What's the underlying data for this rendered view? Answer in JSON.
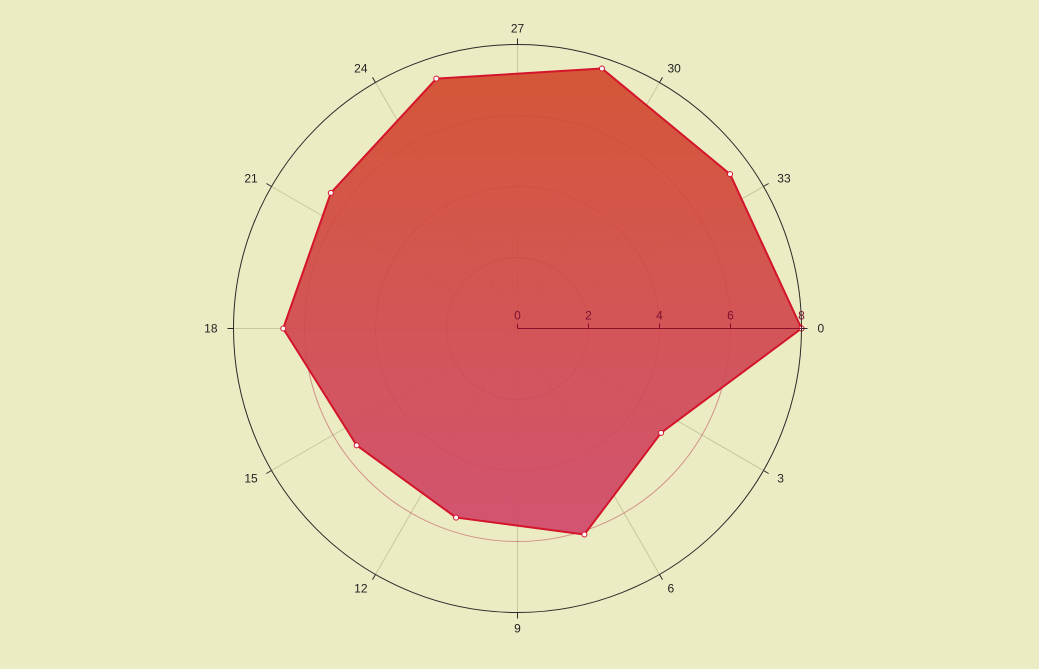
{
  "colors": {
    "background": "#ececc4",
    "fill_top": "#d24a2c",
    "fill_bottom": "#d0476a",
    "line": "#d4142a",
    "angular_grid": "#c8c89a",
    "radial_grid": "#c0485a",
    "outer_ring": "#2a2a2a",
    "radial_axis": "#8a0f2a",
    "angular_text": "#222222",
    "radial_text": "#7a1030"
  },
  "chart_data": {
    "type": "polar-area",
    "angular_axis": {
      "direction": "clockwise",
      "rotation_deg": 0,
      "range": [
        0,
        36
      ],
      "tick_values": [
        0,
        3,
        6,
        9,
        12,
        15,
        18,
        21,
        24,
        27,
        30,
        33
      ],
      "tick_labels": [
        "0",
        "3",
        "6",
        "9",
        "12",
        "15",
        "18",
        "21",
        "24",
        "27",
        "30",
        "33"
      ]
    },
    "radial_axis": {
      "range": [
        0,
        8
      ],
      "tick_values": [
        0,
        2,
        4,
        6,
        8
      ],
      "tick_labels": [
        "0",
        "2",
        "4",
        "6",
        "8"
      ]
    },
    "grid": true,
    "series": [
      {
        "theta": [
          0,
          3.6,
          7.2,
          10.8,
          14.4,
          18,
          21.6,
          25.2,
          28.8,
          32.4,
          36
        ],
        "r": [
          8,
          5,
          6.1,
          5.6,
          5.6,
          6.6,
          6.5,
          7.4,
          7.7,
          7.4,
          8
        ]
      }
    ]
  }
}
